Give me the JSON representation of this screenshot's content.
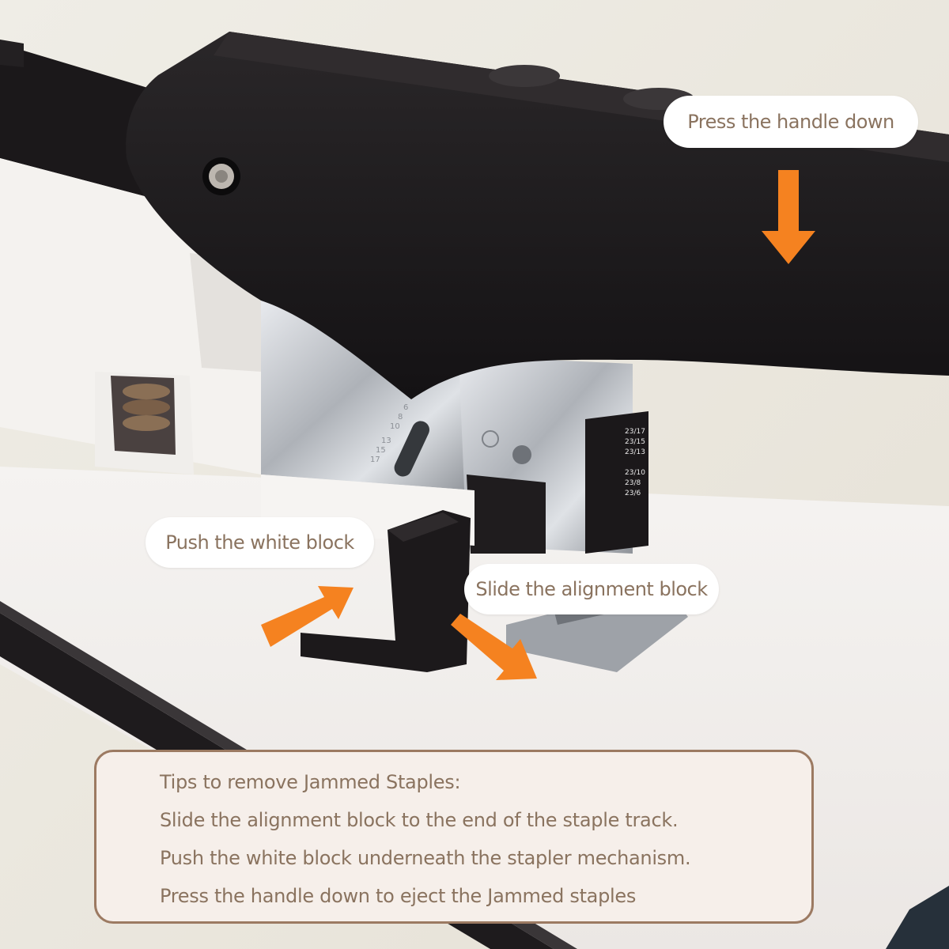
{
  "image": {
    "subject": "heavy-duty stapler close-up",
    "colors": {
      "background": "#ebe8e0",
      "stapler_body": "#1c1a1c",
      "stapler_base": "#f3f1ee",
      "chrome": "#c9ccd0",
      "arrow": "#f58220",
      "callout_bg": "#ffffff",
      "callout_text": "#8a735f",
      "tips_bg": "#f6efea",
      "tips_border": "#9c7a62"
    }
  },
  "callouts": {
    "press": {
      "label": "Press the handle down",
      "arrow": "arrow-down-icon"
    },
    "push": {
      "label": "Push the white block",
      "arrow": "arrow-up-right-icon"
    },
    "slide": {
      "label": "Slide the alignment block",
      "arrow": "arrow-down-right-icon"
    }
  },
  "depth_scale": {
    "left_marks": [
      "6",
      "8",
      "10",
      "13",
      "15",
      "17"
    ],
    "right_marks": [
      "23/17",
      "23/15",
      "23/13",
      "23/10",
      "23/8",
      "23/6"
    ]
  },
  "tips": {
    "title": "Tips to remove Jammed Staples:",
    "steps": [
      "Slide the alignment block to the end of the staple track.",
      "Push the white block underneath the stapler mechanism.",
      "Press the handle down to eject the Jammed staples"
    ]
  }
}
